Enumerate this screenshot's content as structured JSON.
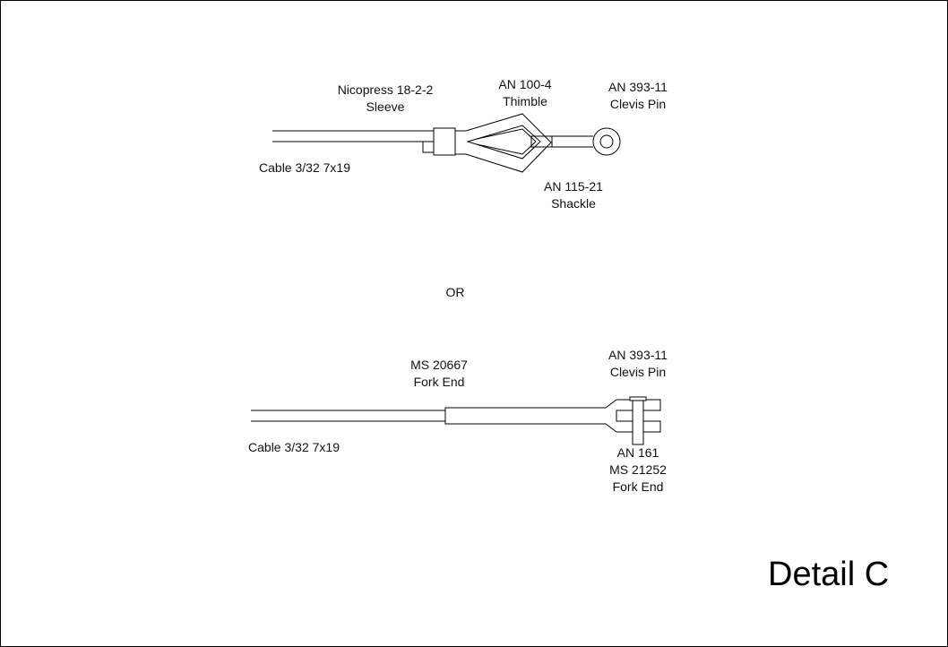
{
  "option_1": {
    "sleeve": [
      "Nicopress 18-2-2",
      "Sleeve"
    ],
    "thimble": [
      "AN 100-4",
      "Thimble"
    ],
    "clevis_pin": [
      "AN 393-11",
      "Clevis Pin"
    ],
    "cable": "Cable 3/32 7x19",
    "shackle": [
      "AN 115-21",
      "Shackle"
    ]
  },
  "separator": "OR",
  "option_2": {
    "fork_end": [
      "MS 20667",
      "Fork End"
    ],
    "clevis_pin": [
      "AN 393-11",
      "Clevis Pin"
    ],
    "cable": "Cable 3/32 7x19",
    "fork_end_alt": [
      "AN 161",
      "MS 21252",
      "Fork End"
    ]
  },
  "title": "Detail C"
}
